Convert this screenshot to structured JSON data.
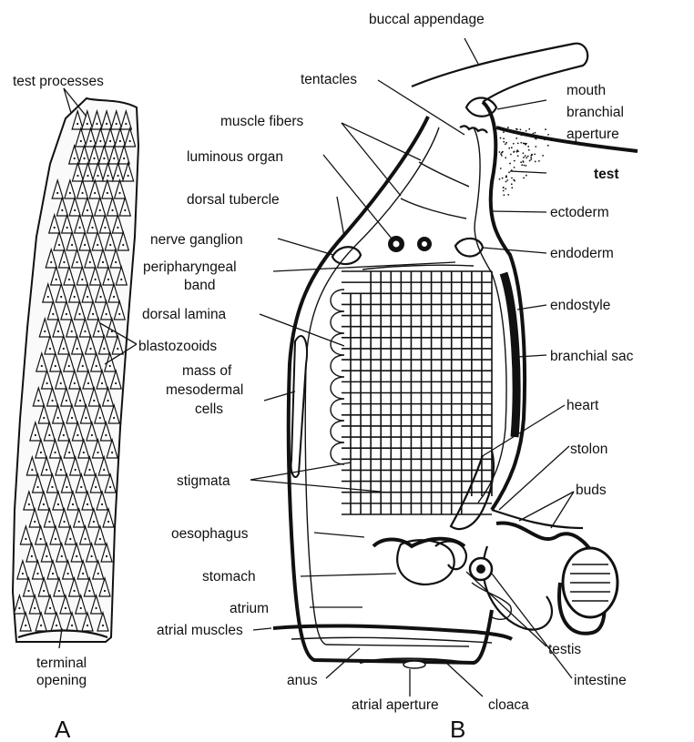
{
  "panels": {
    "a": "A",
    "b": "B"
  },
  "labels_a": {
    "test_processes": "test processes",
    "blastozooids": "blastozooids",
    "terminal_opening_1": "terminal",
    "terminal_opening_2": "opening"
  },
  "labels_b": {
    "buccal_appendage": "buccal appendage",
    "tentacles": "tentacles",
    "mouth_1": "mouth",
    "mouth_2": "branchial",
    "mouth_3": "aperture",
    "muscle_fibers": "muscle fibers",
    "luminous_organ": "luminous organ",
    "test": "test",
    "dorsal_tubercle": "dorsal tubercle",
    "ectoderm": "ectoderm",
    "nerve_ganglion": "nerve ganglion",
    "endoderm": "endoderm",
    "peripharyngeal_1": "peripharyngeal",
    "peripharyngeal_2": "band",
    "endostyle": "endostyle",
    "dorsal_lamina": "dorsal lamina",
    "branchial_sac": "branchial sac",
    "mesodermal_1": "mass of",
    "mesodermal_2": "mesodermal",
    "mesodermal_3": "cells",
    "heart": "heart",
    "stolon": "stolon",
    "stigmata": "stigmata",
    "buds": "buds",
    "oesophagus": "oesophagus",
    "stomach": "stomach",
    "atrium": "atrium",
    "atrial_muscles": "atrial muscles",
    "testis": "testis",
    "intestine": "intestine",
    "anus": "anus",
    "atrial_aperture": "atrial aperture",
    "cloaca": "cloaca"
  }
}
